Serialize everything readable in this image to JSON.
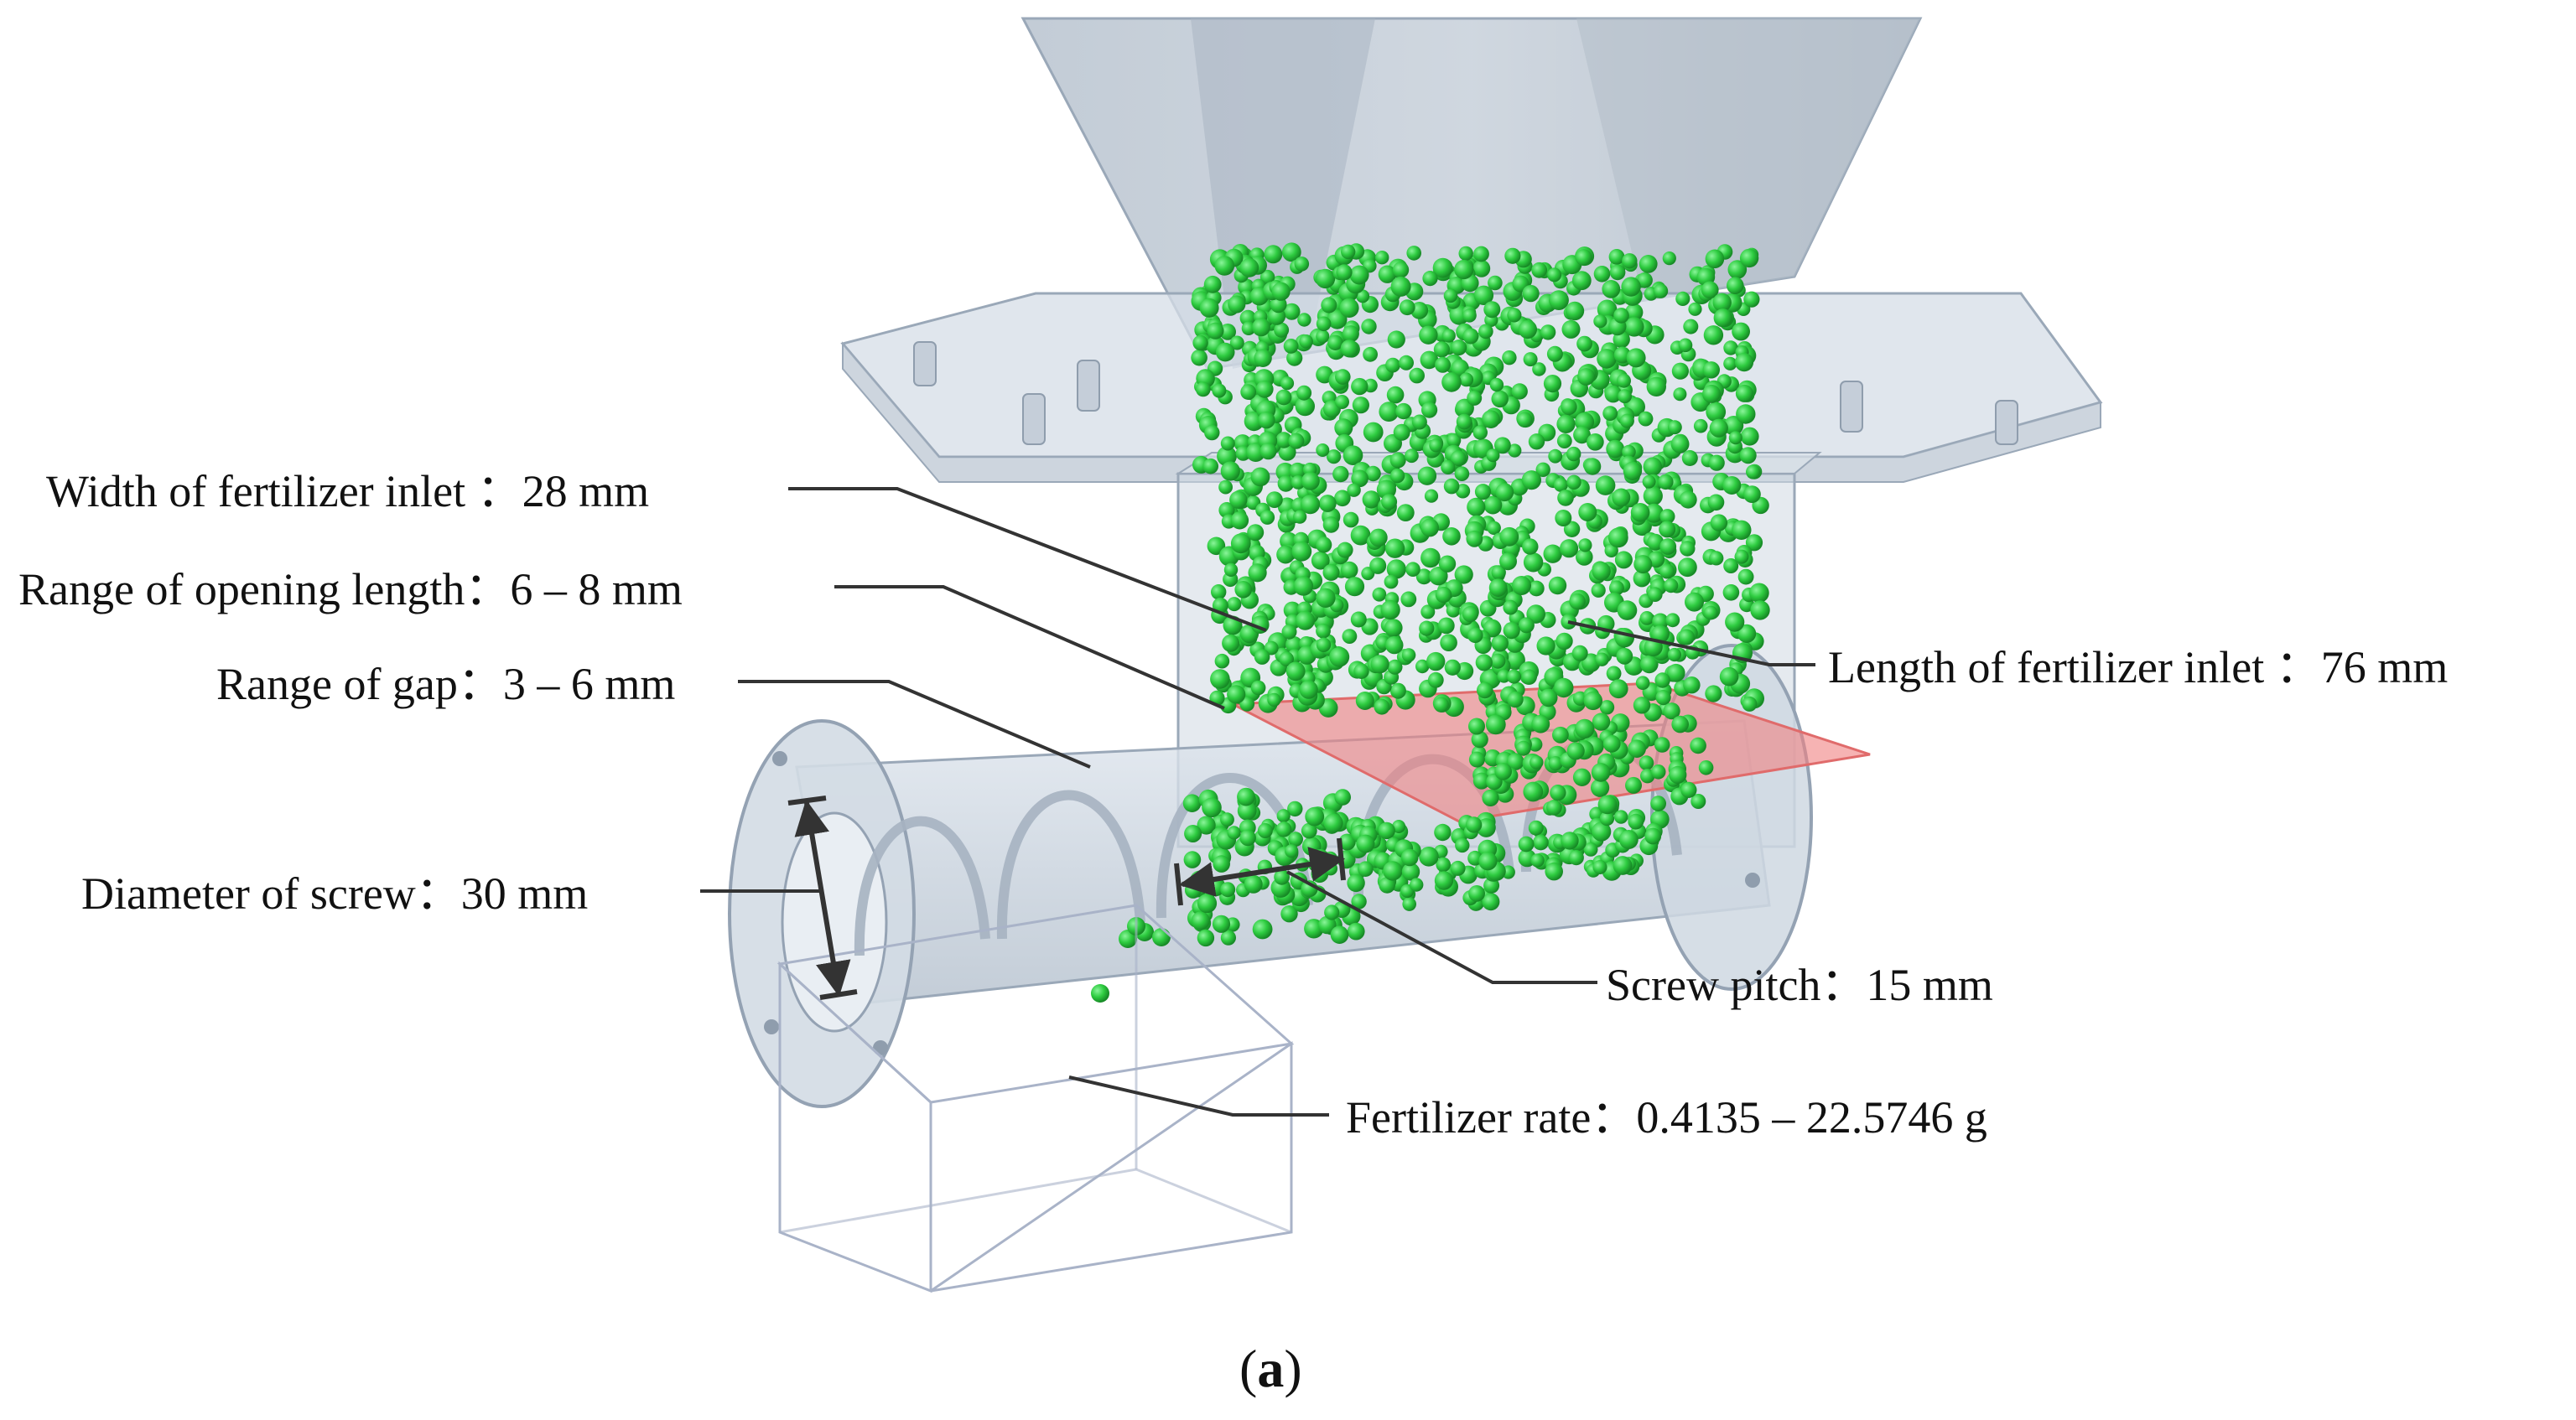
{
  "labels": {
    "inlet_width": "Width of fertilizer inlet ：28 mm",
    "opening_length": "Range of opening length：6 – 8 mm",
    "gap": "Range of gap：3 – 6 mm",
    "screw_diameter": "Diameter of screw：30 mm",
    "inlet_length": "Length of fertilizer inlet ：76 mm",
    "screw_pitch": "Screw pitch：15 mm",
    "fertilizer_rate": "Fertilizer rate：0.4135 – 22.5746 g"
  },
  "panel": {
    "open": "(",
    "letter": "a",
    "close": ")"
  },
  "colors": {
    "granule": "#2ecc40",
    "granule_dark": "#1f9e2e",
    "housing": "#c9d3df",
    "housing_edge": "#9aa8b8",
    "opening_plate": "#f08080",
    "leader_line": "#333333"
  }
}
